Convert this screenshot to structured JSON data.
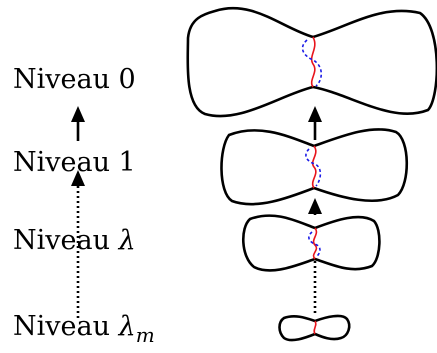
{
  "levels": {
    "level_0": {
      "label": "Niveau 0"
    },
    "level_1": {
      "label": "Niveau 1"
    },
    "level_lambda": {
      "prefix": "Niveau ",
      "symbol": "λ"
    },
    "level_lambda_m": {
      "prefix": "Niveau ",
      "symbol": "λ",
      "subscript": "m"
    }
  },
  "colors": {
    "outline": "#000000",
    "red_curve": "#e8141c",
    "blue_curve": "#1a1ae6"
  }
}
